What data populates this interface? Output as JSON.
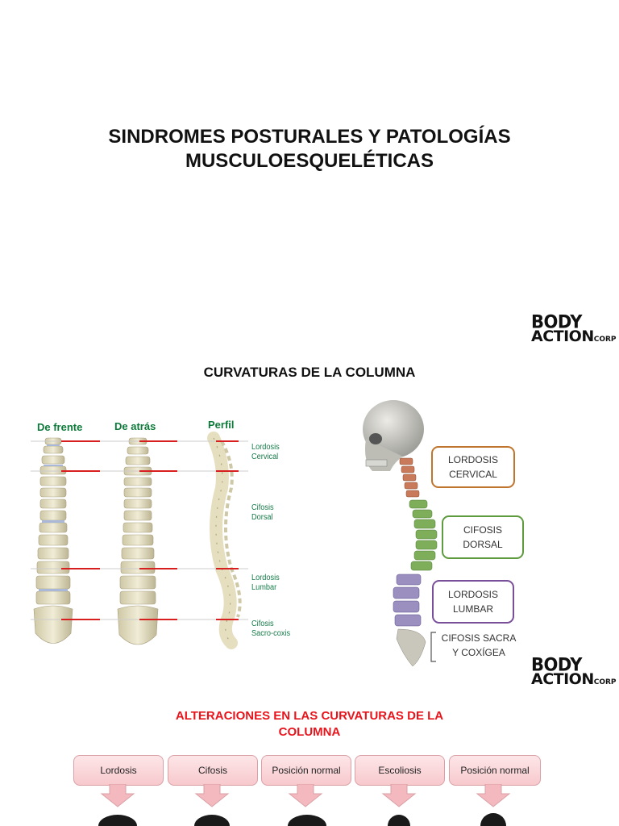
{
  "slide1": {
    "title_line1": "SINDROMES POSTURALES Y PATOLOGÍAS",
    "title_line2": "MUSCULOESQUELÉTICAS"
  },
  "logo": {
    "line1": "BODY",
    "line2": "ACTION",
    "suffix": "CORP"
  },
  "slide2": {
    "title": "CURVATURAS DE LA COLUMNA",
    "views": {
      "front": "De frente",
      "back": "De atrás",
      "profile": "Perfil"
    },
    "left_labels": [
      {
        "line1": "Lordosis",
        "line2": "Cervical"
      },
      {
        "line1": "Cifosis",
        "line2": "Dorsal"
      },
      {
        "line1": "Lordosis",
        "line2": "Lumbar"
      },
      {
        "line1": "Cifosis",
        "line2": "Sacro-coxis"
      }
    ],
    "callouts": [
      {
        "line1": "LORDOSIS",
        "line2": "CERVICAL",
        "color": "#c0752e"
      },
      {
        "line1": "CIFOSIS",
        "line2": "DORSAL",
        "color": "#5e9a3e"
      },
      {
        "line1": "LORDOSIS",
        "line2": "LUMBAR",
        "color": "#7a4f9a"
      }
    ],
    "sacra": {
      "line1": "CIFOSIS SACRA",
      "line2": "Y COXÍGEA"
    }
  },
  "slide3": {
    "title_line1": "ALTERACIONES EN LAS CURVATURAS DE LA",
    "title_line2": "COLUMNA",
    "boxes": [
      "Lordosis",
      "Cifosis",
      "Posición normal",
      "Escoliosis",
      "Posición normal"
    ]
  }
}
